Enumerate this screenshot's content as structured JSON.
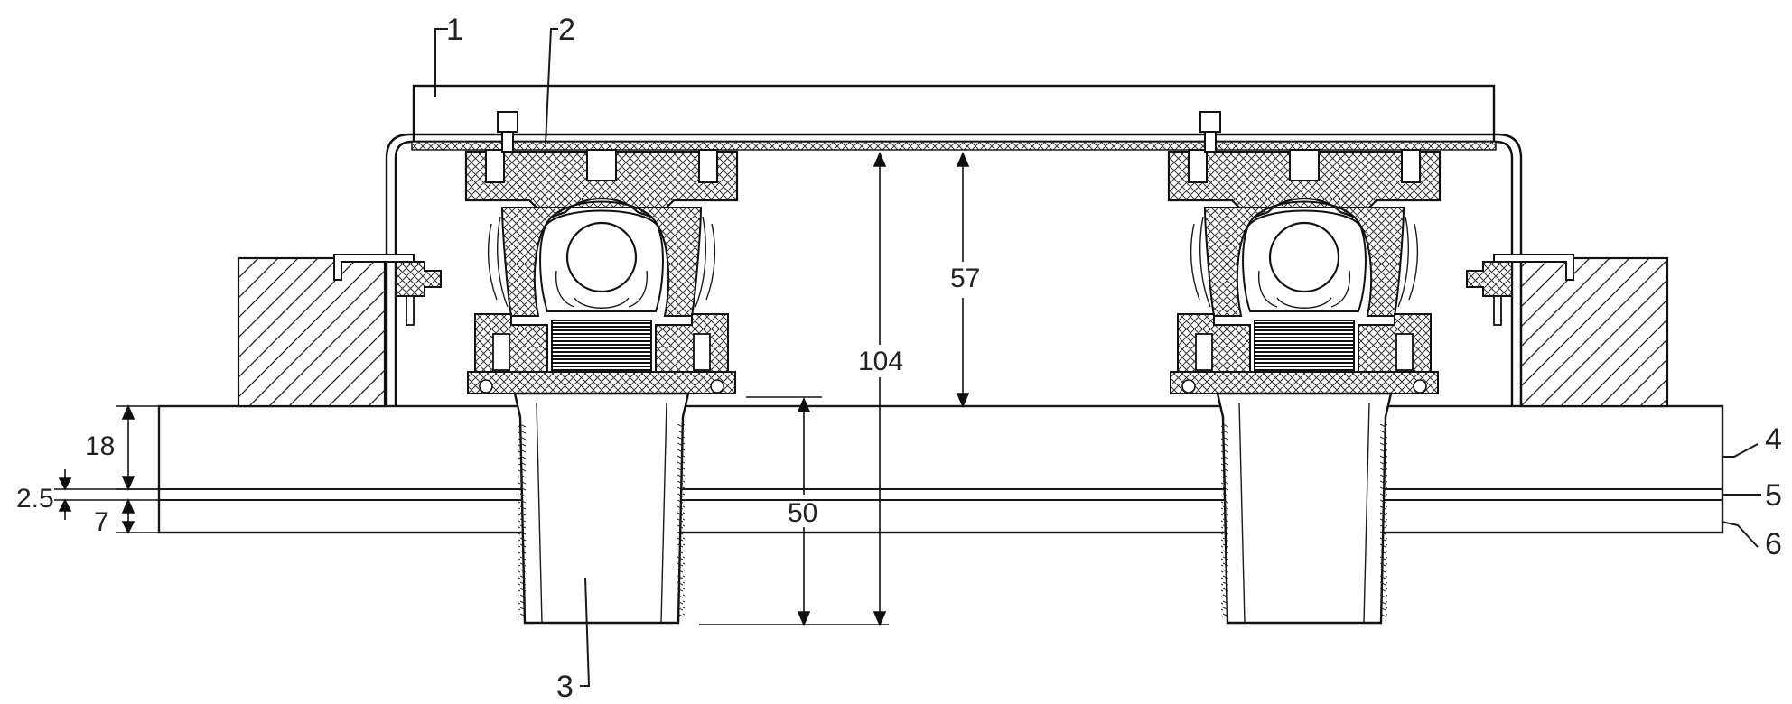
{
  "callouts": {
    "c1": "1",
    "c2": "2",
    "c3": "3",
    "c4": "4",
    "c5": "5",
    "c6": "6"
  },
  "dimensions": {
    "d18": "18",
    "d2_5": "2.5",
    "d7": "7",
    "d50": "50",
    "d57": "57",
    "d104": "104"
  }
}
